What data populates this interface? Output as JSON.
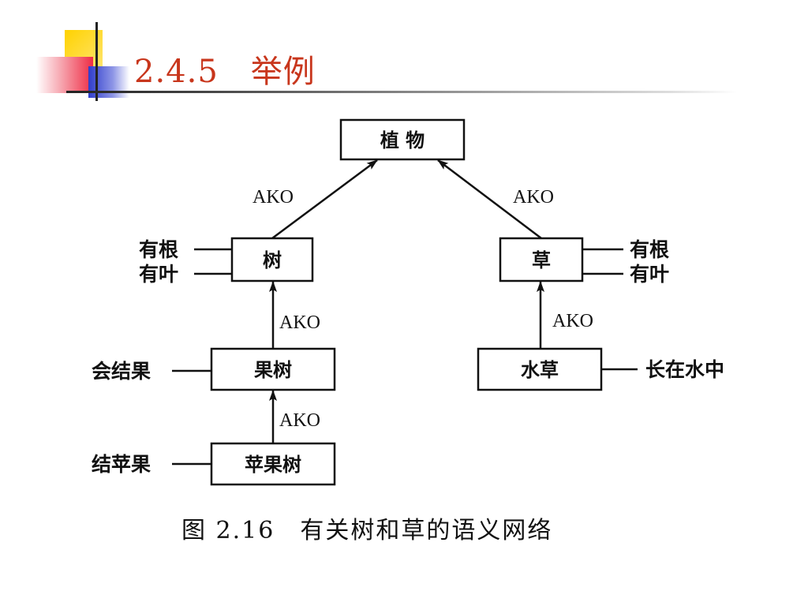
{
  "slide": {
    "title": "2.4.5　举例"
  },
  "diagram": {
    "nodes": {
      "plant": "植 物",
      "tree": "树",
      "grass": "草",
      "fruit_tree": "果树",
      "water_grass": "水草",
      "apple_tree": "苹果树"
    },
    "edge_labels": {
      "tree_to_plant": "AKO",
      "grass_to_plant": "AKO",
      "fruit_tree_to_tree": "AKO",
      "water_grass_to_grass": "AKO",
      "apple_tree_to_fruit_tree": "AKO"
    },
    "attributes": {
      "tree_roots": "有根",
      "tree_leaves": "有叶",
      "grass_roots": "有根",
      "grass_leaves": "有叶",
      "fruit_tree_bears_fruit": "会结果",
      "water_grass_in_water": "长在水中",
      "apple_tree_bears_apples": "结苹果"
    },
    "caption": "图 2.16　有关树和草的语义网络"
  }
}
